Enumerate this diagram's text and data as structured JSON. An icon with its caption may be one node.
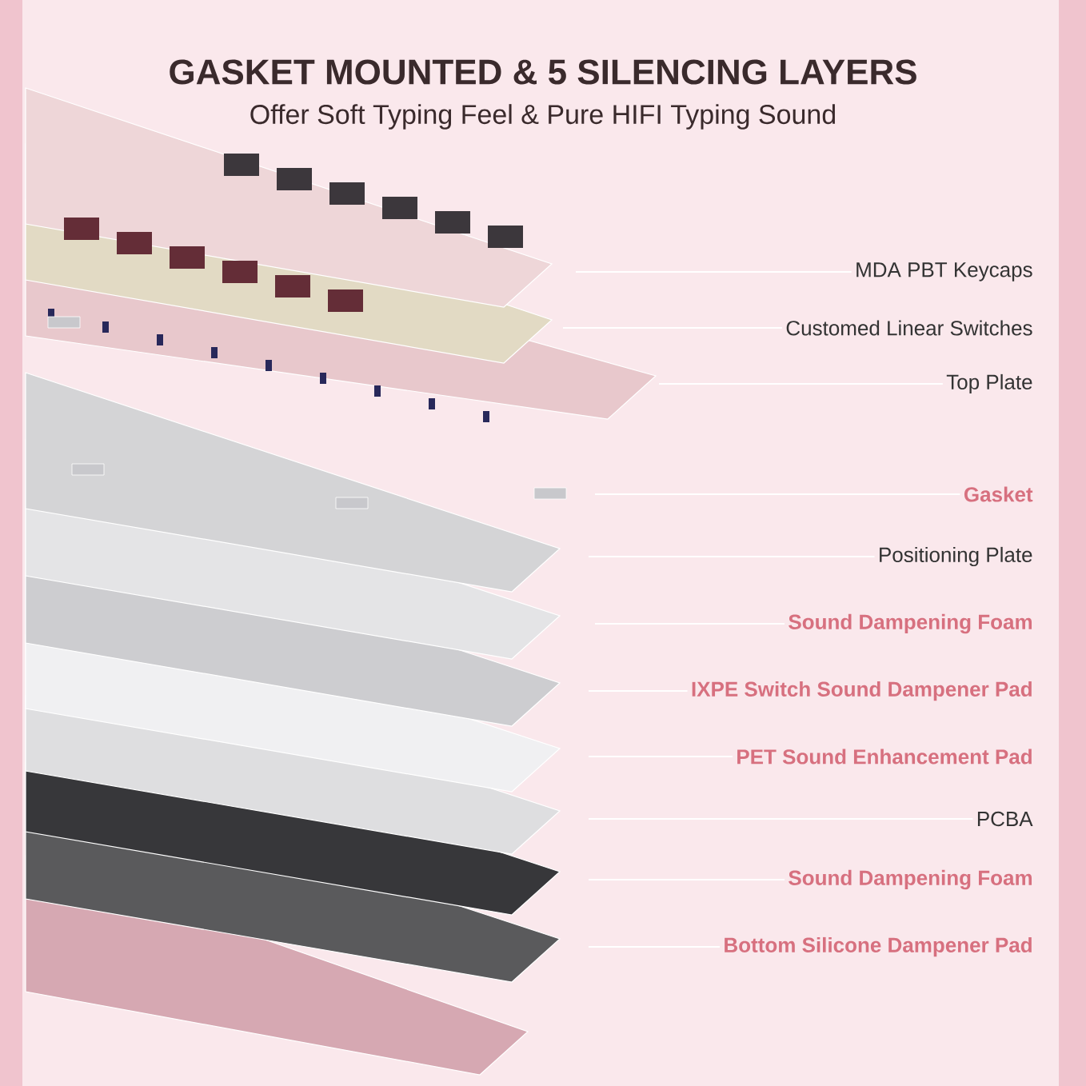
{
  "diagram": {
    "title": "GASKET MOUNTED & 5 SILENCING LAYERS",
    "caption": "Offer Soft Typing Feel & Pure HIFI Typing Sound",
    "nodes": [
      {
        "text": [
          "MDA PBT Keycaps"
        ]
      },
      {
        "text": [
          "Customed Linear Switches"
        ]
      },
      {
        "text": [
          "Top Plate"
        ]
      },
      {
        "text": [
          "Gasket"
        ]
      },
      {
        "text": [
          "Positioning Plate"
        ]
      },
      {
        "text": [
          "Sound Dampening Foam"
        ]
      },
      {
        "text": [
          "IXPE Switch Sound Dampener Pad"
        ]
      },
      {
        "text": [
          "PET Sound Enhancement Pad"
        ]
      },
      {
        "text": [
          "PCBA"
        ]
      },
      {
        "text": [
          "Sound Dampening Foam"
        ]
      },
      {
        "text": [
          "Bottom Silicone Dampener Pad"
        ]
      }
    ],
    "edges": [
      {
        "from": 0,
        "to": null,
        "arrow": "none"
      },
      {
        "from": 1,
        "to": null,
        "arrow": "none"
      },
      {
        "from": 2,
        "to": null,
        "arrow": "none"
      },
      {
        "from": 3,
        "to": null,
        "arrow": "none"
      },
      {
        "from": 4,
        "to": null,
        "arrow": "none"
      },
      {
        "from": 5,
        "to": null,
        "arrow": "none"
      },
      {
        "from": 6,
        "to": null,
        "arrow": "none"
      },
      {
        "from": 7,
        "to": null,
        "arrow": "none"
      },
      {
        "from": 8,
        "to": null,
        "arrow": "none"
      },
      {
        "from": 9,
        "to": null,
        "arrow": "none"
      },
      {
        "from": 10,
        "to": null,
        "arrow": "none"
      }
    ]
  }
}
